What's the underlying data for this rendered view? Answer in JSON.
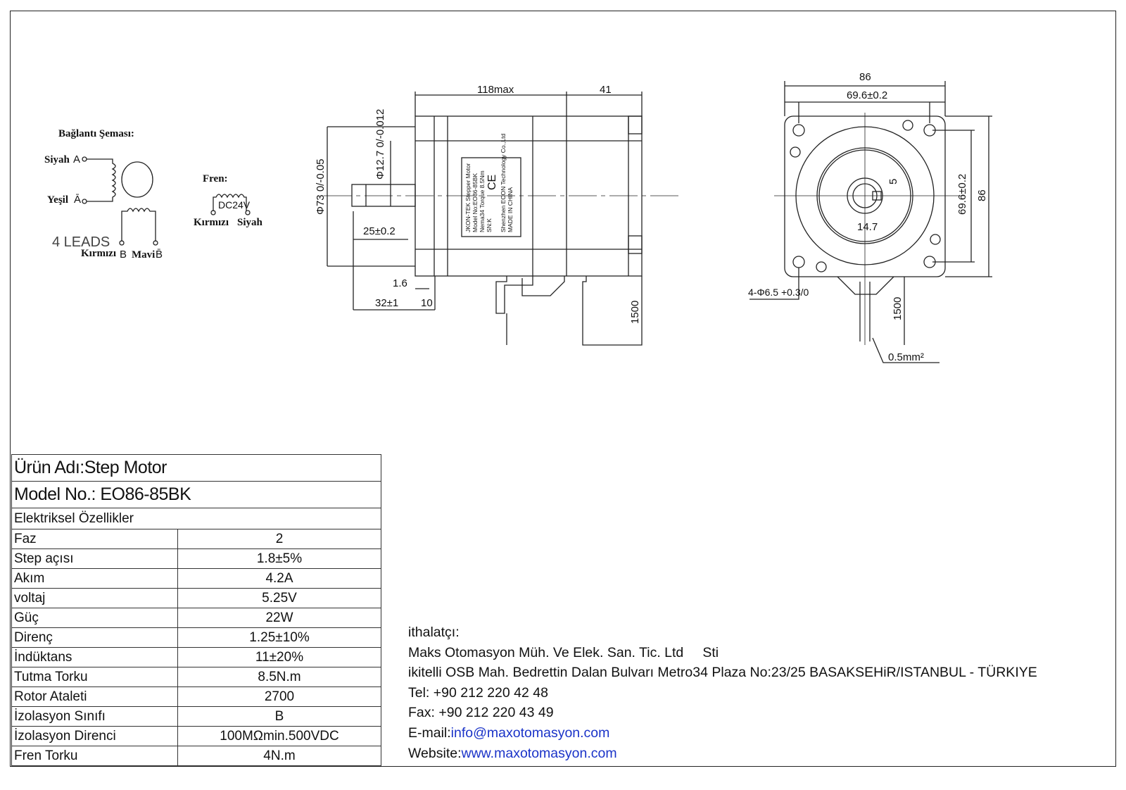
{
  "schema": {
    "title": "Bağlantı Şeması:",
    "siyah_a": "Siyah",
    "a": "A",
    "yesil": "Yeşil",
    "a_bar": "Ā",
    "leads": "4 LEADS",
    "kirmizi_b": "Kırmızı",
    "b": "B",
    "mavi": "Mavi",
    "b_bar": "B̄",
    "fren_title": "Fren:",
    "fren_voltage": "DC24V",
    "fren_kirmizi": "Kırmızı",
    "fren_siyah": "Siyah"
  },
  "side_view": {
    "d_length": "118max",
    "d_rear": "41",
    "d_shaft_dia": "Φ12.7 0/-0.012",
    "d_pilot": "Φ73 0/-0.05",
    "d_key": "25±0.2",
    "d_flange": "1.6",
    "d_shaft_len": "32±1",
    "d_10": "10",
    "d_cable": "1500",
    "label": [
      "JKON-TEK   Stepper Motor",
      "Model No:EO86-85BK",
      "Nema34  Torque 8.5Nm",
      "SN:K",
      "Shenzhen ECON Technology Co.,Ltd",
      "MADE IN CHINA"
    ],
    "ce": "CE"
  },
  "front_view": {
    "d_86": "86",
    "d_696": "69.6±0.2",
    "d_696v": "69.6±0.2",
    "d_86v": "86",
    "d_5": "5",
    "d_147": "14.7",
    "d_holes": "4-Φ6.5 +0.3/0",
    "d_cable": "1500",
    "d_wire": "0.5mm²"
  },
  "table": {
    "product": "Ürün Adı:Step Motor",
    "model": "Model No.: EO86-85BK",
    "section": "Elektriksel Özellikler",
    "rows": [
      [
        "Faz",
        "2"
      ],
      [
        "Step açısı",
        "1.8±5%"
      ],
      [
        "Akım",
        "4.2A"
      ],
      [
        "voltaj",
        "5.25V"
      ],
      [
        "Güç",
        "22W"
      ],
      [
        "Direnç",
        "1.25±10%"
      ],
      [
        "İndüktans",
        "11±20%"
      ],
      [
        "Tutma Torku",
        "8.5N.m"
      ],
      [
        "Rotor Ataleti",
        "2700"
      ],
      [
        "İzolasyon Sınıfı",
        "B"
      ],
      [
        "İzolasyon Direnci",
        "100MΩmin.500VDC"
      ],
      [
        "Fren Torku",
        "4N.m"
      ]
    ]
  },
  "footer": {
    "importer": "ithalatçı:",
    "company": "Maks Otomasyon Müh. Ve Elek. San. Tic. Ltd     Sti",
    "address": "ikitelli OSB Mah. Bedrettin Dalan Bulvarı Metro34 Plaza No:23/25 BASAKSEHiR/ISTANBUL - TÜRKIYE",
    "tel": "Tel: +90 212 220 42 48",
    "fax": "Fax: +90 212 220 43 49",
    "email_label": "E-mail:",
    "email": "info@maxotomasyon.com",
    "web_label": "Website:",
    "web": "www.maxotomasyon.com",
    "link_color": "#1a33c8"
  }
}
